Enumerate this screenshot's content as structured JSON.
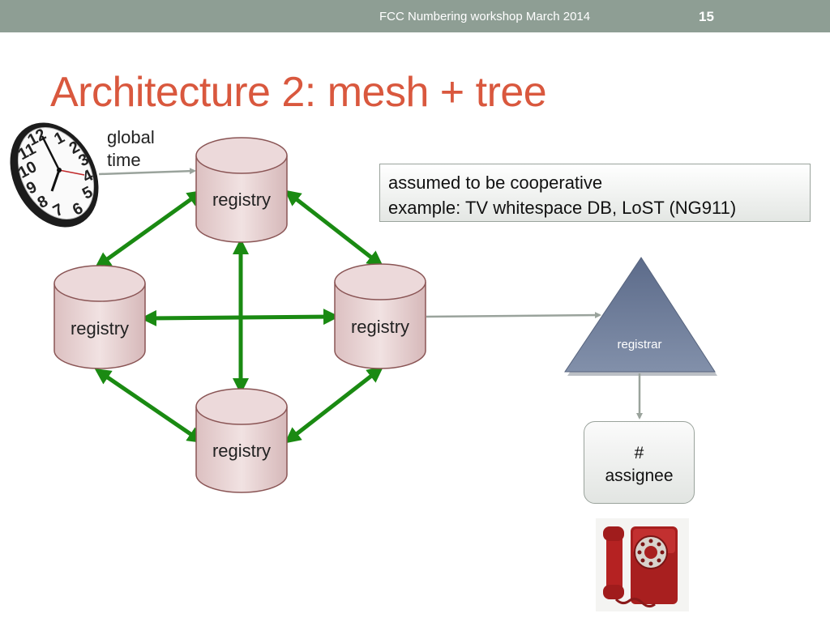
{
  "header": {
    "footer_text": "FCC Numbering workshop March 2014",
    "slide_number": "15"
  },
  "title": "Architecture 2: mesh + tree",
  "clock": {
    "label_line1": "global",
    "label_line2": "time",
    "icon": "wall-clock-icon"
  },
  "note": {
    "line1": "assumed to be cooperative",
    "line2": "example: TV whitespace DB, LoST (NG911)"
  },
  "registries": {
    "top": "registry",
    "left": "registry",
    "right": "registry",
    "bottom": "registry"
  },
  "registrar": {
    "label": "registrar"
  },
  "assignee": {
    "line1": "#",
    "line2": "assignee"
  },
  "phone": {
    "icon": "red-rotary-wall-phone-icon"
  },
  "colors": {
    "title": "#d9583e",
    "header_bar": "#8e9e94",
    "mesh_arrow": "#1a8a12",
    "tree_arrow": "#9aa39c",
    "registry_fill": "#e6cfd0",
    "registry_stroke": "#8a5555",
    "registrar_fill": "#6f7e9b"
  }
}
